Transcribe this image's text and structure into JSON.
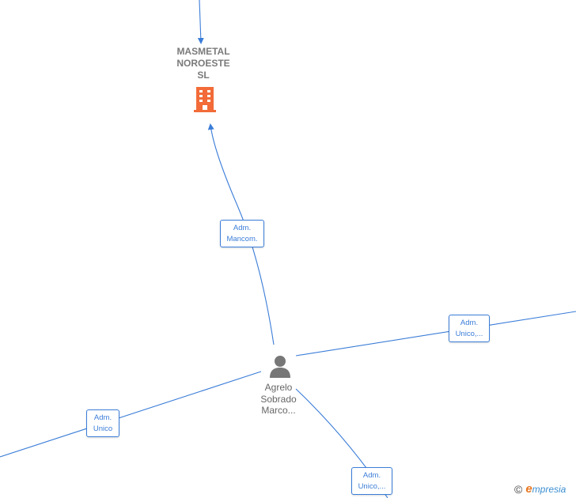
{
  "company": {
    "name": "MASMETAL\nNOROESTE\nSL",
    "icon": "building-icon",
    "color": "#f26b38"
  },
  "person": {
    "name": "Agrelo\nSobrado\nMarco...",
    "icon": "person-icon",
    "color": "#777777"
  },
  "edge_labels": {
    "mancom": "Adm.\nMancom.",
    "right": "Adm.\nUnico,...",
    "left": "Adm.\nUnico",
    "bottom": "Adm.\nUnico,..."
  },
  "brand": {
    "copyright": "©",
    "initial": "e",
    "rest": "mpresia"
  },
  "colors": {
    "edge": "#3b7dd8"
  }
}
